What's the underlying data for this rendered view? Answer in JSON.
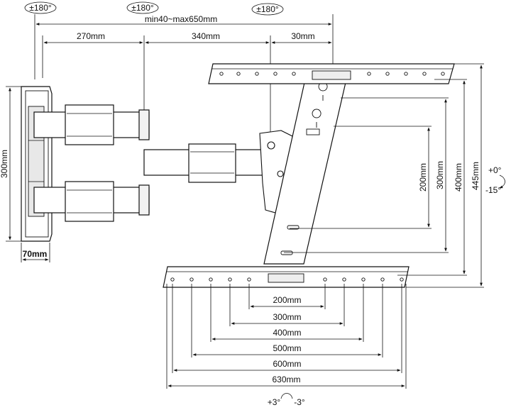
{
  "rotation": {
    "swivel": "±180°",
    "tilt_top": "+0°",
    "tilt_bottom": "-15°",
    "level_left": "+3°",
    "level_right": "-3°"
  },
  "extension": "min40~max650mm",
  "arm_segments": [
    "270mm",
    "340mm",
    "30mm"
  ],
  "wall_plate": {
    "height": "300mm",
    "depth": "70mm"
  },
  "vertical_spacing": [
    "200mm",
    "300mm",
    "400mm",
    "445mm"
  ],
  "horizontal_spacing": [
    "200mm",
    "300mm",
    "400mm",
    "500mm",
    "600mm",
    "630mm"
  ]
}
